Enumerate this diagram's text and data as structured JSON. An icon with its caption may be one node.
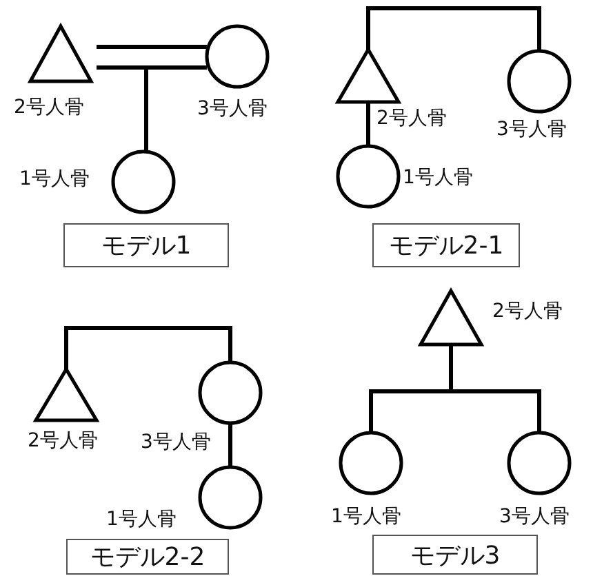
{
  "diagram": {
    "nodes": [
      {
        "text": [
          "2号人骨"
        ]
      },
      {
        "text": [
          "3号人骨"
        ]
      },
      {
        "text": [
          "1号人骨"
        ]
      },
      {
        "text": [
          "モデル1"
        ]
      },
      {
        "text": [
          "2号人骨"
        ]
      },
      {
        "text": [
          "3号人骨"
        ]
      },
      {
        "text": [
          "1号人骨"
        ]
      },
      {
        "text": [
          "モデル2-1"
        ]
      },
      {
        "text": [
          "2号人骨"
        ]
      },
      {
        "text": [
          "3号人骨"
        ]
      },
      {
        "text": [
          "1号人骨"
        ]
      },
      {
        "text": [
          "モデル2-2"
        ]
      },
      {
        "text": [
          "2号人骨"
        ]
      },
      {
        "text": [
          "1号人骨"
        ]
      },
      {
        "text": [
          "3号人骨"
        ]
      },
      {
        "text": [
          "モデル3"
        ]
      }
    ],
    "edges": [
      {
        "from": 0,
        "to": 1,
        "arrow": "none"
      },
      {
        "from": 0,
        "to": 2,
        "arrow": "none"
      },
      {
        "from": 1,
        "to": 2,
        "arrow": "none"
      },
      {
        "from": 4,
        "to": 5,
        "arrow": "none"
      },
      {
        "from": 4,
        "to": 6,
        "arrow": "none"
      },
      {
        "from": 8,
        "to": 9,
        "arrow": "none"
      },
      {
        "from": 9,
        "to": 10,
        "arrow": "none"
      },
      {
        "from": 12,
        "to": 13,
        "arrow": "none"
      },
      {
        "from": 12,
        "to": 14,
        "arrow": "none"
      }
    ]
  }
}
